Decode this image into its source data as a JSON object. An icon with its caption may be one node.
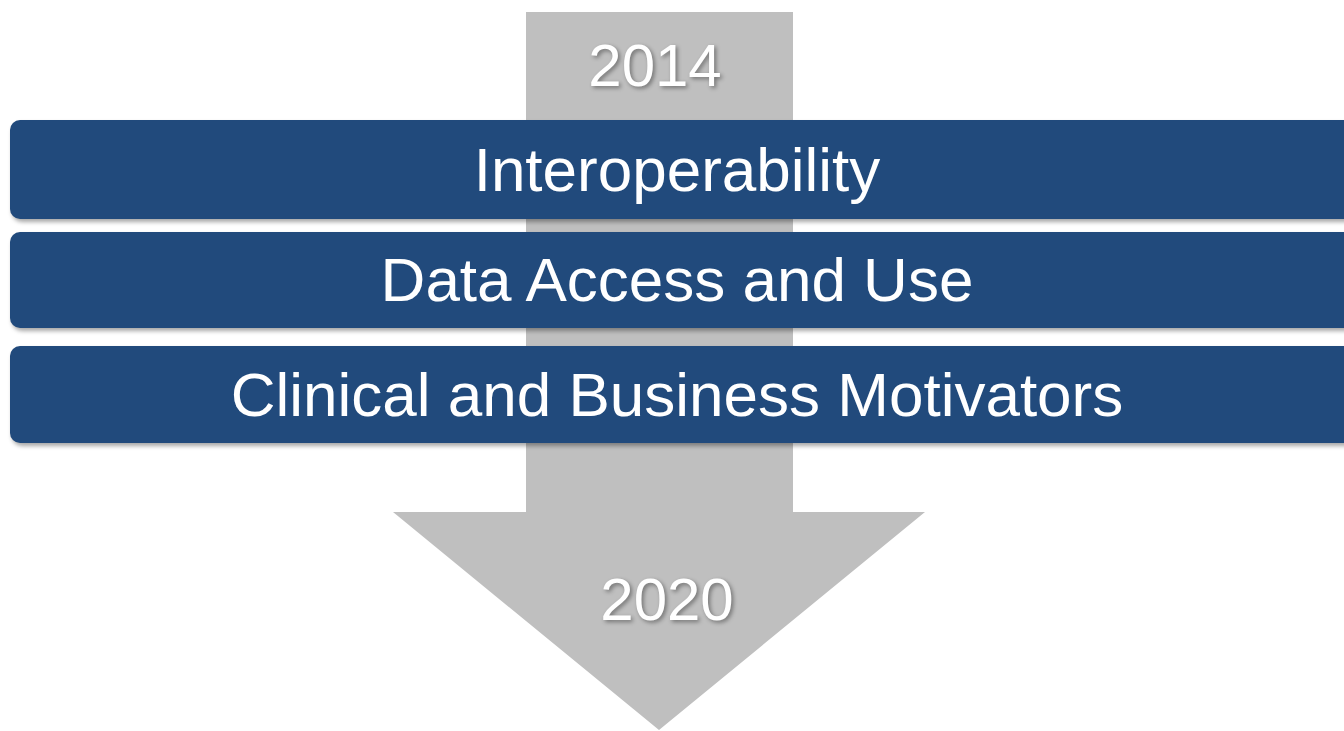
{
  "diagram": {
    "nodes": [
      {
        "text": [
          "Interoperability"
        ]
      },
      {
        "text": [
          "Data Access and Use"
        ]
      },
      {
        "text": [
          "Clinical and Business Motivators"
        ]
      }
    ],
    "labels": [
      "2014",
      "2020"
    ]
  }
}
